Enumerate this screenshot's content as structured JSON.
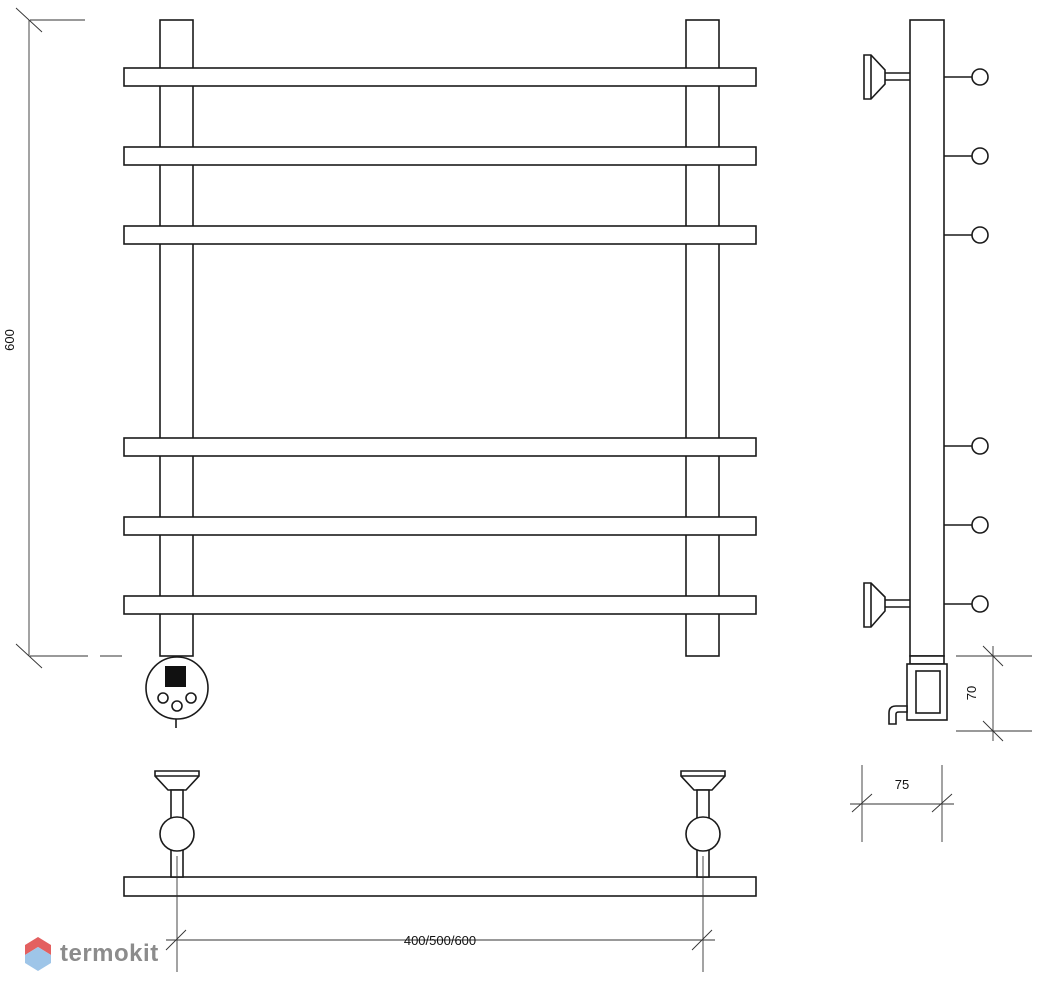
{
  "dimensions": {
    "height_label": "600",
    "width_label": "400/500/600",
    "depth_label": "75",
    "heater_label": "70"
  },
  "logo": {
    "text": "termokit",
    "color": "#8c8c8c",
    "mark_colors": [
      "#e36060",
      "#9ec5e8"
    ]
  },
  "icons": [
    "termokit-logo-icon",
    "heater-control-panel-icon"
  ]
}
